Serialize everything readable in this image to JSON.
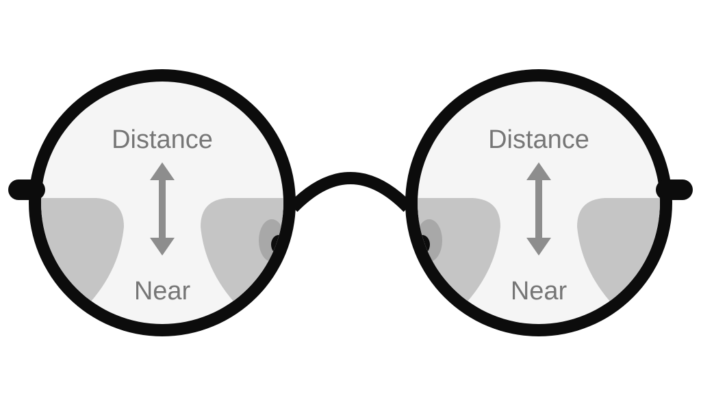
{
  "background_color": "#ffffff",
  "colors": {
    "frame": "#0c0c0c",
    "lens_fill": "#f5f5f5",
    "blur_zone": "#c5c5c5",
    "zone_shadow": "#a8a8a8",
    "arrow": "#8d8d8d",
    "label": "#767676"
  },
  "left_lens": {
    "distance_label": "Distance",
    "near_label": "Near"
  },
  "right_lens": {
    "distance_label": "Distance",
    "near_label": "Near"
  }
}
